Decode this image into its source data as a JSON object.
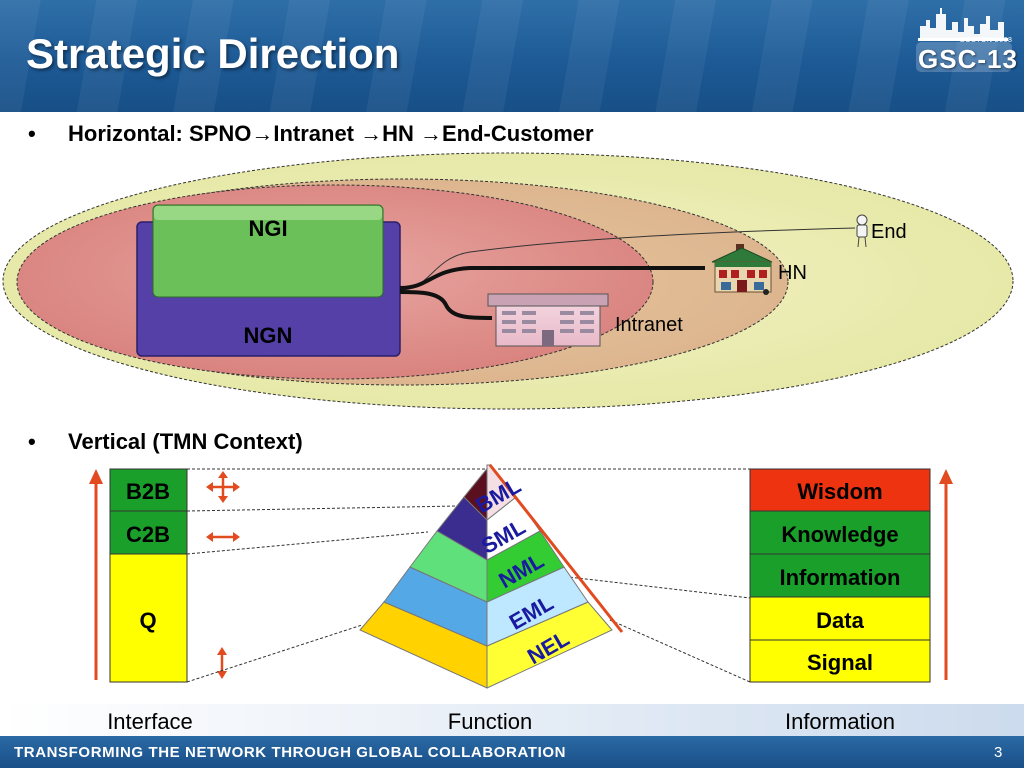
{
  "header": {
    "title": "Strategic Direction",
    "logo_year": "BOSTON 2008",
    "logo_text": "GSC-13"
  },
  "bullets": [
    {
      "marker": "•",
      "text": "Horizontal: SPNO→Intranet →HN →End-Customer"
    },
    {
      "marker": "•",
      "text": "Vertical (TMN Context)"
    }
  ],
  "horizontal": {
    "ngi": "NGI",
    "ngn": "NGN",
    "intranet": "Intranet",
    "hn": "HN",
    "end": "End"
  },
  "vertical": {
    "interfaces": [
      "B2B",
      "C2B",
      "Q"
    ],
    "pyramid_layers": [
      "BML",
      "SML",
      "NML",
      "EML",
      "NEL"
    ],
    "information_levels": [
      "Wisdom",
      "Knowledge",
      "Information",
      "Data",
      "Signal"
    ],
    "captions": {
      "interface": "Interface",
      "function": "Function",
      "information": "Information"
    }
  },
  "footer": {
    "tagline": "TRANSFORMING THE NETWORK THROUGH GLOBAL COLLABORATION",
    "page_number": "3"
  },
  "colors": {
    "header_blue": "#1d5a96",
    "ngn_purple": "#5540a8",
    "ngi_green": "#6cc05a",
    "wisdom_red": "#ee3311",
    "green_box": "#1aa02a",
    "yellow_box": "#ffff00",
    "arrow_red": "#e24a1f"
  }
}
